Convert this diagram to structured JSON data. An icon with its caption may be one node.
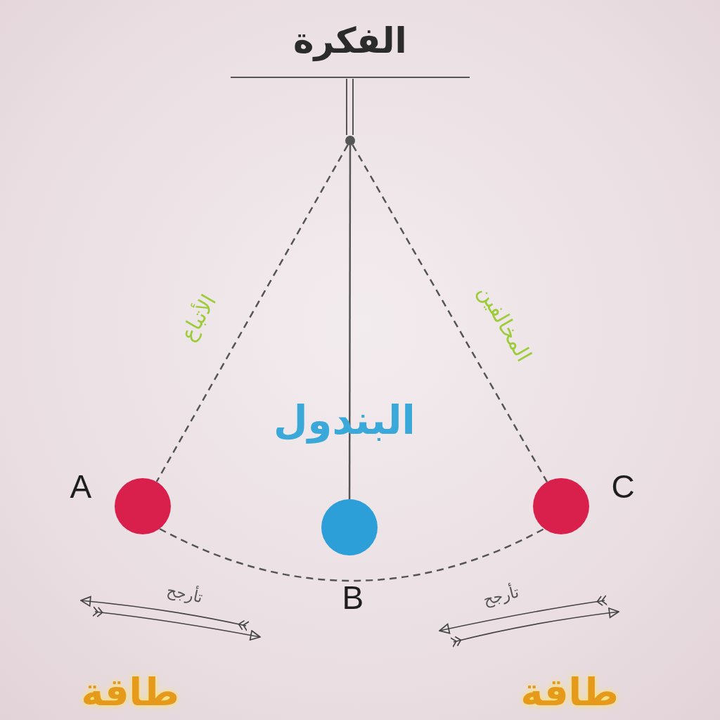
{
  "diagram": {
    "title": "الفكرة",
    "nodes": [
      {
        "text": [],
        "shape": "circle"
      },
      {
        "text": [],
        "shape": "circle",
        "beside": [
          "A"
        ]
      },
      {
        "text": [],
        "shape": "circle",
        "beside": [
          "B"
        ]
      },
      {
        "text": [],
        "shape": "circle",
        "beside": [
          "C"
        ]
      }
    ],
    "edges": [
      {
        "from": 0,
        "to": 1,
        "arrow": "none",
        "style": "dashed",
        "label": "الأتباع"
      },
      {
        "from": 0,
        "to": 2,
        "arrow": "none"
      },
      {
        "from": 0,
        "to": 3,
        "arrow": "none",
        "style": "dashed",
        "label": "المخالفين"
      },
      {
        "from": 1,
        "to": 3,
        "arrow": "none",
        "style": "dashed"
      }
    ],
    "labels": [
      "البندول",
      "تأرجح",
      "تأرجح",
      "طاقة",
      "طاقة"
    ]
  }
}
